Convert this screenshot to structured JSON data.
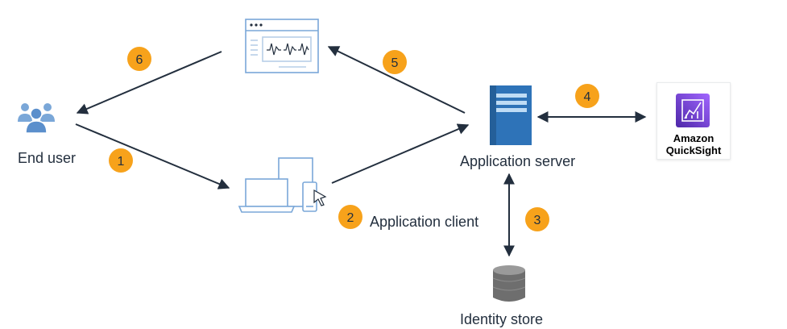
{
  "colors": {
    "arrow": "#232f3e",
    "badge": "#f7a21b",
    "icon_blue": "#7aa7d8",
    "icon_light": "#b7cfe8",
    "server": "#2e73b8",
    "database": "#707070",
    "quicksight_a": "#4d27a8",
    "quicksight_b": "#a166ff",
    "text": "#232f3e"
  },
  "icons": {
    "end_user": "users-group-icon",
    "dashboard": "dashboard-window-icon",
    "client": "devices-icon",
    "server": "server-icon",
    "identity_store": "database-icon",
    "quicksight": "quicksight-icon"
  },
  "nodes": {
    "end_user": "End user",
    "application_client": "Application client",
    "application_server": "Application server",
    "identity_store": "Identity store",
    "quicksight_line1": "Amazon",
    "quicksight_line2": "QuickSight"
  },
  "steps": [
    "1",
    "2",
    "3",
    "4",
    "5",
    "6"
  ]
}
